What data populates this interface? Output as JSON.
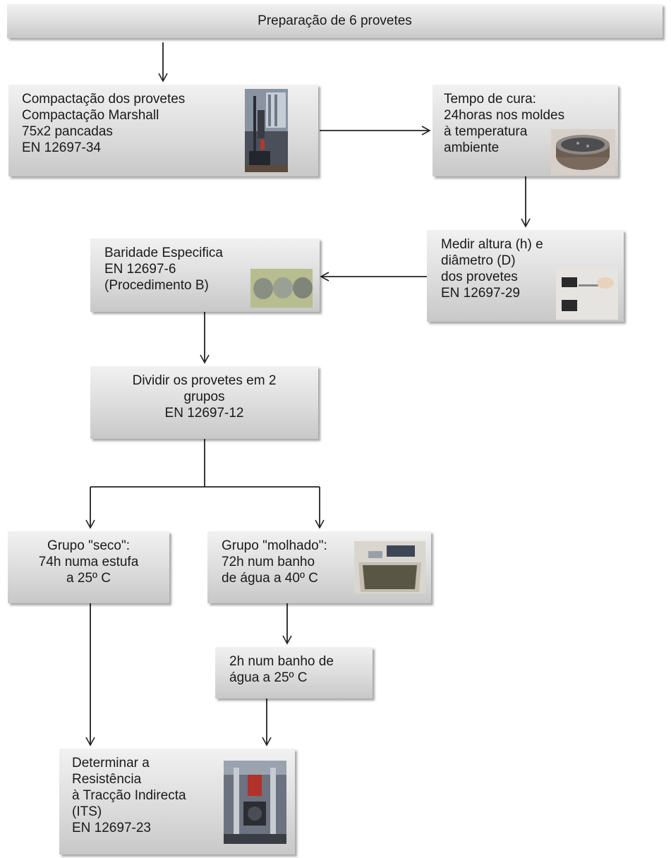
{
  "boxes": {
    "top": "Preparação de 6 provetes",
    "compactacao": "Compactação dos provetes\nCompactação Marshall\n75x2 pancadas\nEN 12697-34",
    "cura": "Tempo de cura:\n24horas nos moldes\nà temperatura\nambiente",
    "medir": "Medir altura (h) e\ndiâmetro (D)\ndos provetes\nEN 12697-29",
    "baridade": "Baridade Especifica\nEN 12697-6\n(Procedimento B)",
    "dividir": "Dividir os provetes em 2\ngrupos\nEN 12697-12",
    "seco": "Grupo \"seco\":\n74h numa estufa\na 25º C",
    "molhado": "Grupo \"molhado\":\n72h num banho\nde água a 40º C",
    "banho": "2h num banho de\nágua a 25º C",
    "its": "Determinar a\nResistência\nà Tracção Indirecta\n(ITS)\nEN 12697-23"
  }
}
